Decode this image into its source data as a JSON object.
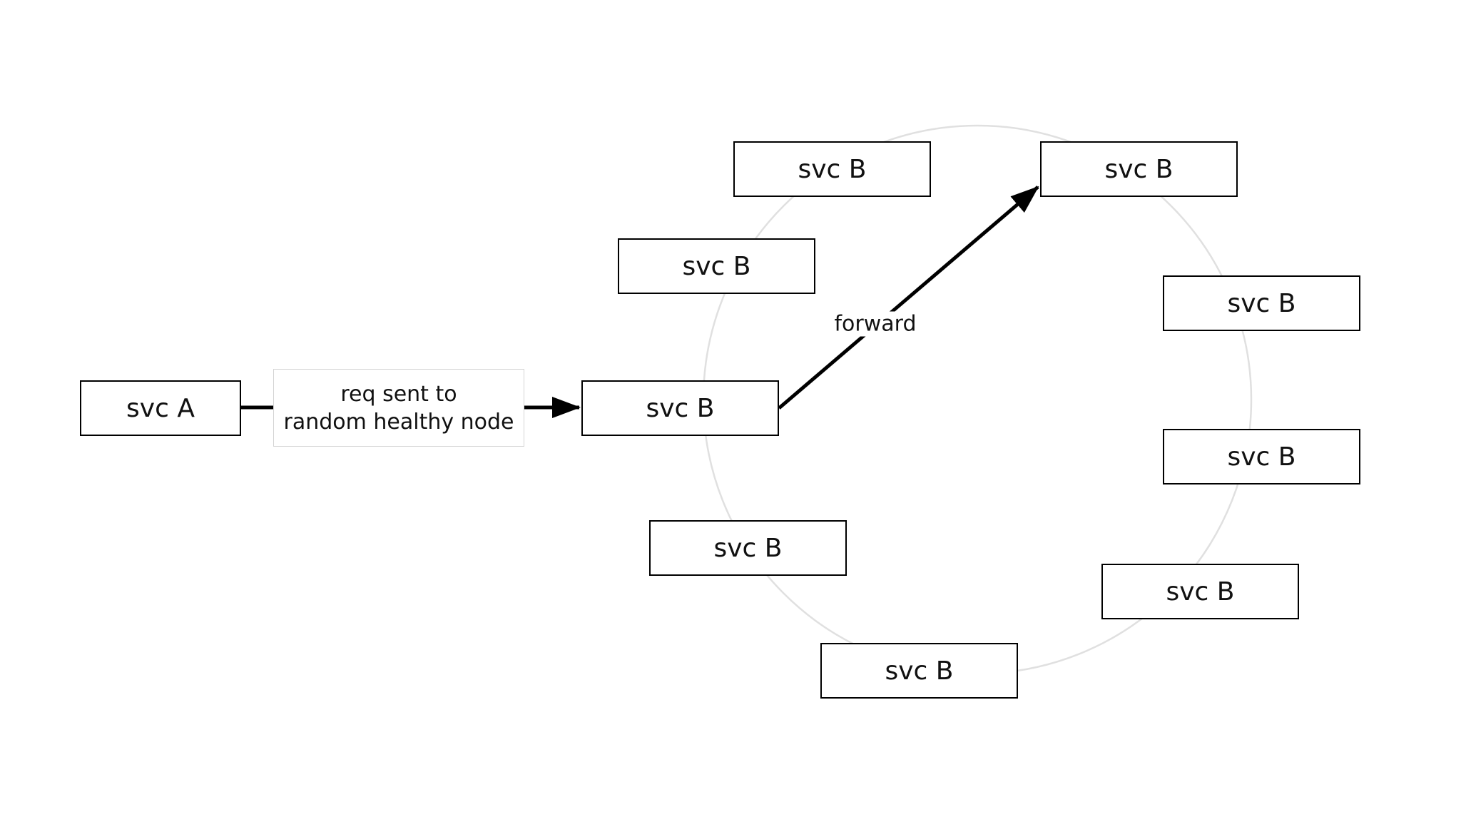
{
  "nodes": {
    "svc_a": "svc A",
    "svc_b_entry": "svc B",
    "svc_b_target": "svc B",
    "svc_b_top_left": "svc B",
    "svc_b_upper_left": "svc B",
    "svc_b_right_upper": "svc B",
    "svc_b_right_lower": "svc B",
    "svc_b_lower_left": "svc B",
    "svc_b_bottom_right": "svc B",
    "svc_b_bottom": "svc B"
  },
  "edges": {
    "request_label_line1": "req sent to",
    "request_label_line2": "random healthy node",
    "forward_label": "forward"
  },
  "colors": {
    "ring": "#e0e0e0",
    "stroke": "#000000",
    "label_border": "#d4d4d4"
  }
}
